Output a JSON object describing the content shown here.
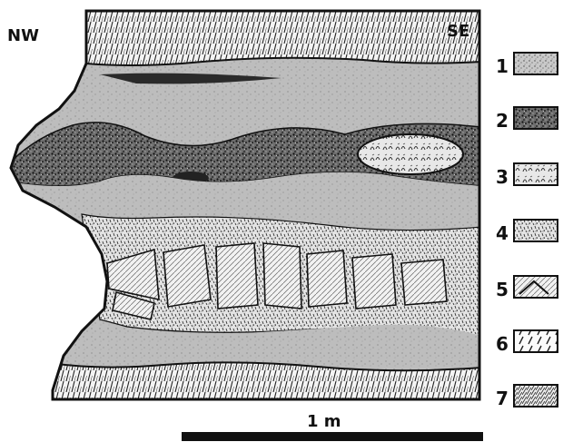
{
  "orientation": {
    "left": "NW",
    "right": "SE"
  },
  "legend": {
    "items": [
      {
        "number": "1",
        "pattern": "fine-stipple"
      },
      {
        "number": "2",
        "pattern": "coarse-stipple"
      },
      {
        "number": "3",
        "pattern": "curled-glyph"
      },
      {
        "number": "4",
        "pattern": "dash-stipple"
      },
      {
        "number": "5",
        "pattern": "hatched-blocks"
      },
      {
        "number": "6",
        "pattern": "sparse-diagonal"
      },
      {
        "number": "7",
        "pattern": "dense-hatch"
      }
    ]
  },
  "scale_bar": {
    "label": "1 m"
  },
  "colors": {
    "ink": "#111111",
    "paper": "#ffffff",
    "light_gray": "#d4d4d4",
    "mid_gray": "#9a9a9a",
    "dark_gray": "#3a3a3a"
  }
}
